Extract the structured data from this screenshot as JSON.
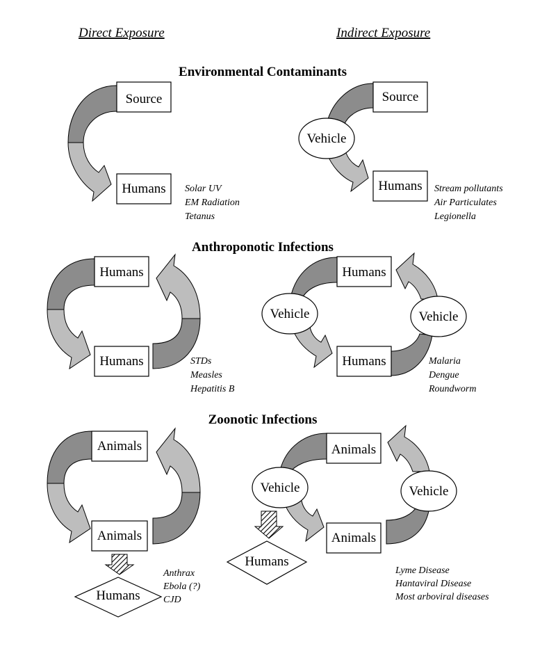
{
  "headers": {
    "direct": "Direct Exposure",
    "indirect": "Indirect Exposure"
  },
  "sections": {
    "environmental": {
      "title": "Environmental Contaminants",
      "direct": {
        "top": "Source",
        "bottom": "Humans",
        "examples": [
          "Solar UV",
          "EM Radiation",
          "Tetanus"
        ]
      },
      "indirect": {
        "top": "Source",
        "vehicle": "Vehicle",
        "bottom": "Humans",
        "examples": [
          "Stream  pollutants",
          "Air Particulates",
          "Legionella"
        ]
      }
    },
    "anthroponotic": {
      "title": "Anthroponotic Infections",
      "direct": {
        "top": "Humans",
        "bottom": "Humans",
        "examples": [
          "STDs",
          "Measles",
          "Hepatitis B"
        ]
      },
      "indirect": {
        "top": "Humans",
        "vehicle_left": "Vehicle",
        "vehicle_right": "Vehicle",
        "bottom": "Humans",
        "examples": [
          "Malaria",
          "Dengue",
          "Roundworm"
        ]
      }
    },
    "zoonotic": {
      "title": "Zoonotic Infections",
      "direct": {
        "top": "Animals",
        "bottom": "Animals",
        "spillover": "Humans",
        "examples": [
          "Anthrax",
          "Ebola (?)",
          "CJD"
        ]
      },
      "indirect": {
        "top": "Animals",
        "vehicle_left": "Vehicle",
        "vehicle_right": "Vehicle",
        "bottom": "Animals",
        "spillover": "Humans",
        "examples": [
          "Lyme Disease",
          "Hantaviral Disease",
          "Most arboviral diseases"
        ]
      }
    }
  },
  "colors": {
    "arrow_dark": "#8c8c8c",
    "arrow_light": "#bdbdbd",
    "box_fill": "#ffffff",
    "stroke": "#000000"
  }
}
